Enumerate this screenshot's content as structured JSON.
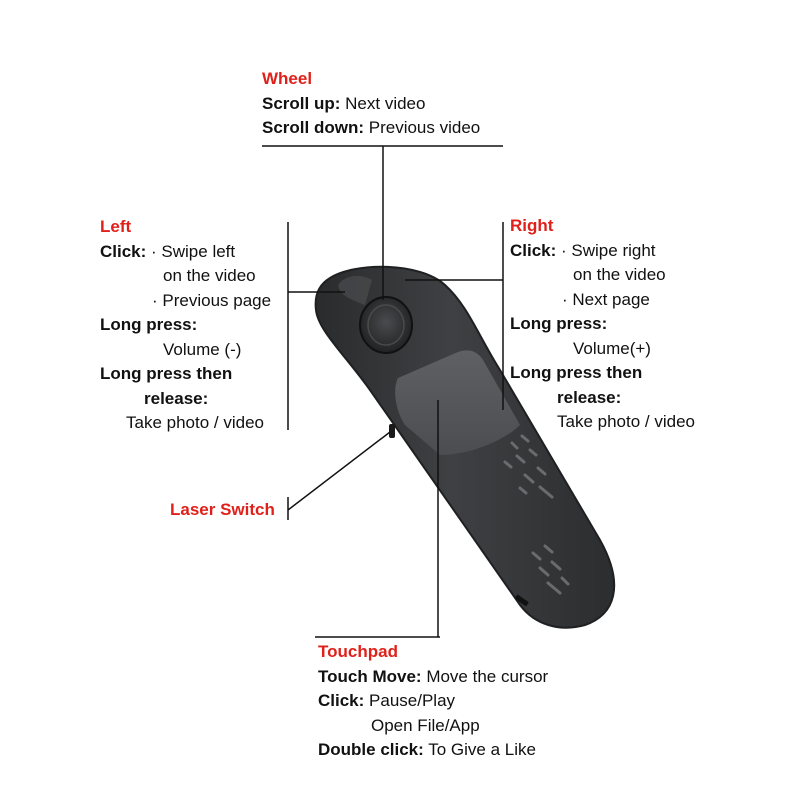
{
  "colors": {
    "title_red": "#e0211b",
    "device_body": "#3a3b3d",
    "device_dark": "#2b2c2e",
    "touchpad": "#55565a"
  },
  "wheel": {
    "title": "Wheel",
    "scroll_up_label": "Scroll up:",
    "scroll_up_value": "Next video",
    "scroll_down_label": "Scroll down:",
    "scroll_down_value": "Previous video"
  },
  "left": {
    "title": "Left",
    "click_label": "Click:",
    "click_line1": "· Swipe left",
    "click_line2": "on the video",
    "click_line3": "· Previous page",
    "long_press_label": "Long press:",
    "long_press_value": "Volume (-)",
    "long_release_label_1": "Long press then",
    "long_release_label_2": "release:",
    "long_release_value": "Take photo / video"
  },
  "right": {
    "title": "Right",
    "click_label": "Click:",
    "click_line1": "· Swipe right",
    "click_line2": "on the video",
    "click_line3": "· Next page",
    "long_press_label": "Long press:",
    "long_press_value": "Volume(+)",
    "long_release_label_1": "Long press then",
    "long_release_label_2": "release:",
    "long_release_value": "Take photo / video"
  },
  "laser": {
    "title": "Laser Switch"
  },
  "touchpad": {
    "title": "Touchpad",
    "move_label": "Touch Move:",
    "move_value": "Move the cursor",
    "click_label": "Click:",
    "click_line1": "Pause/Play",
    "click_line2": "Open File/App",
    "double_label": "Double click:",
    "double_value": "To Give a Like"
  }
}
